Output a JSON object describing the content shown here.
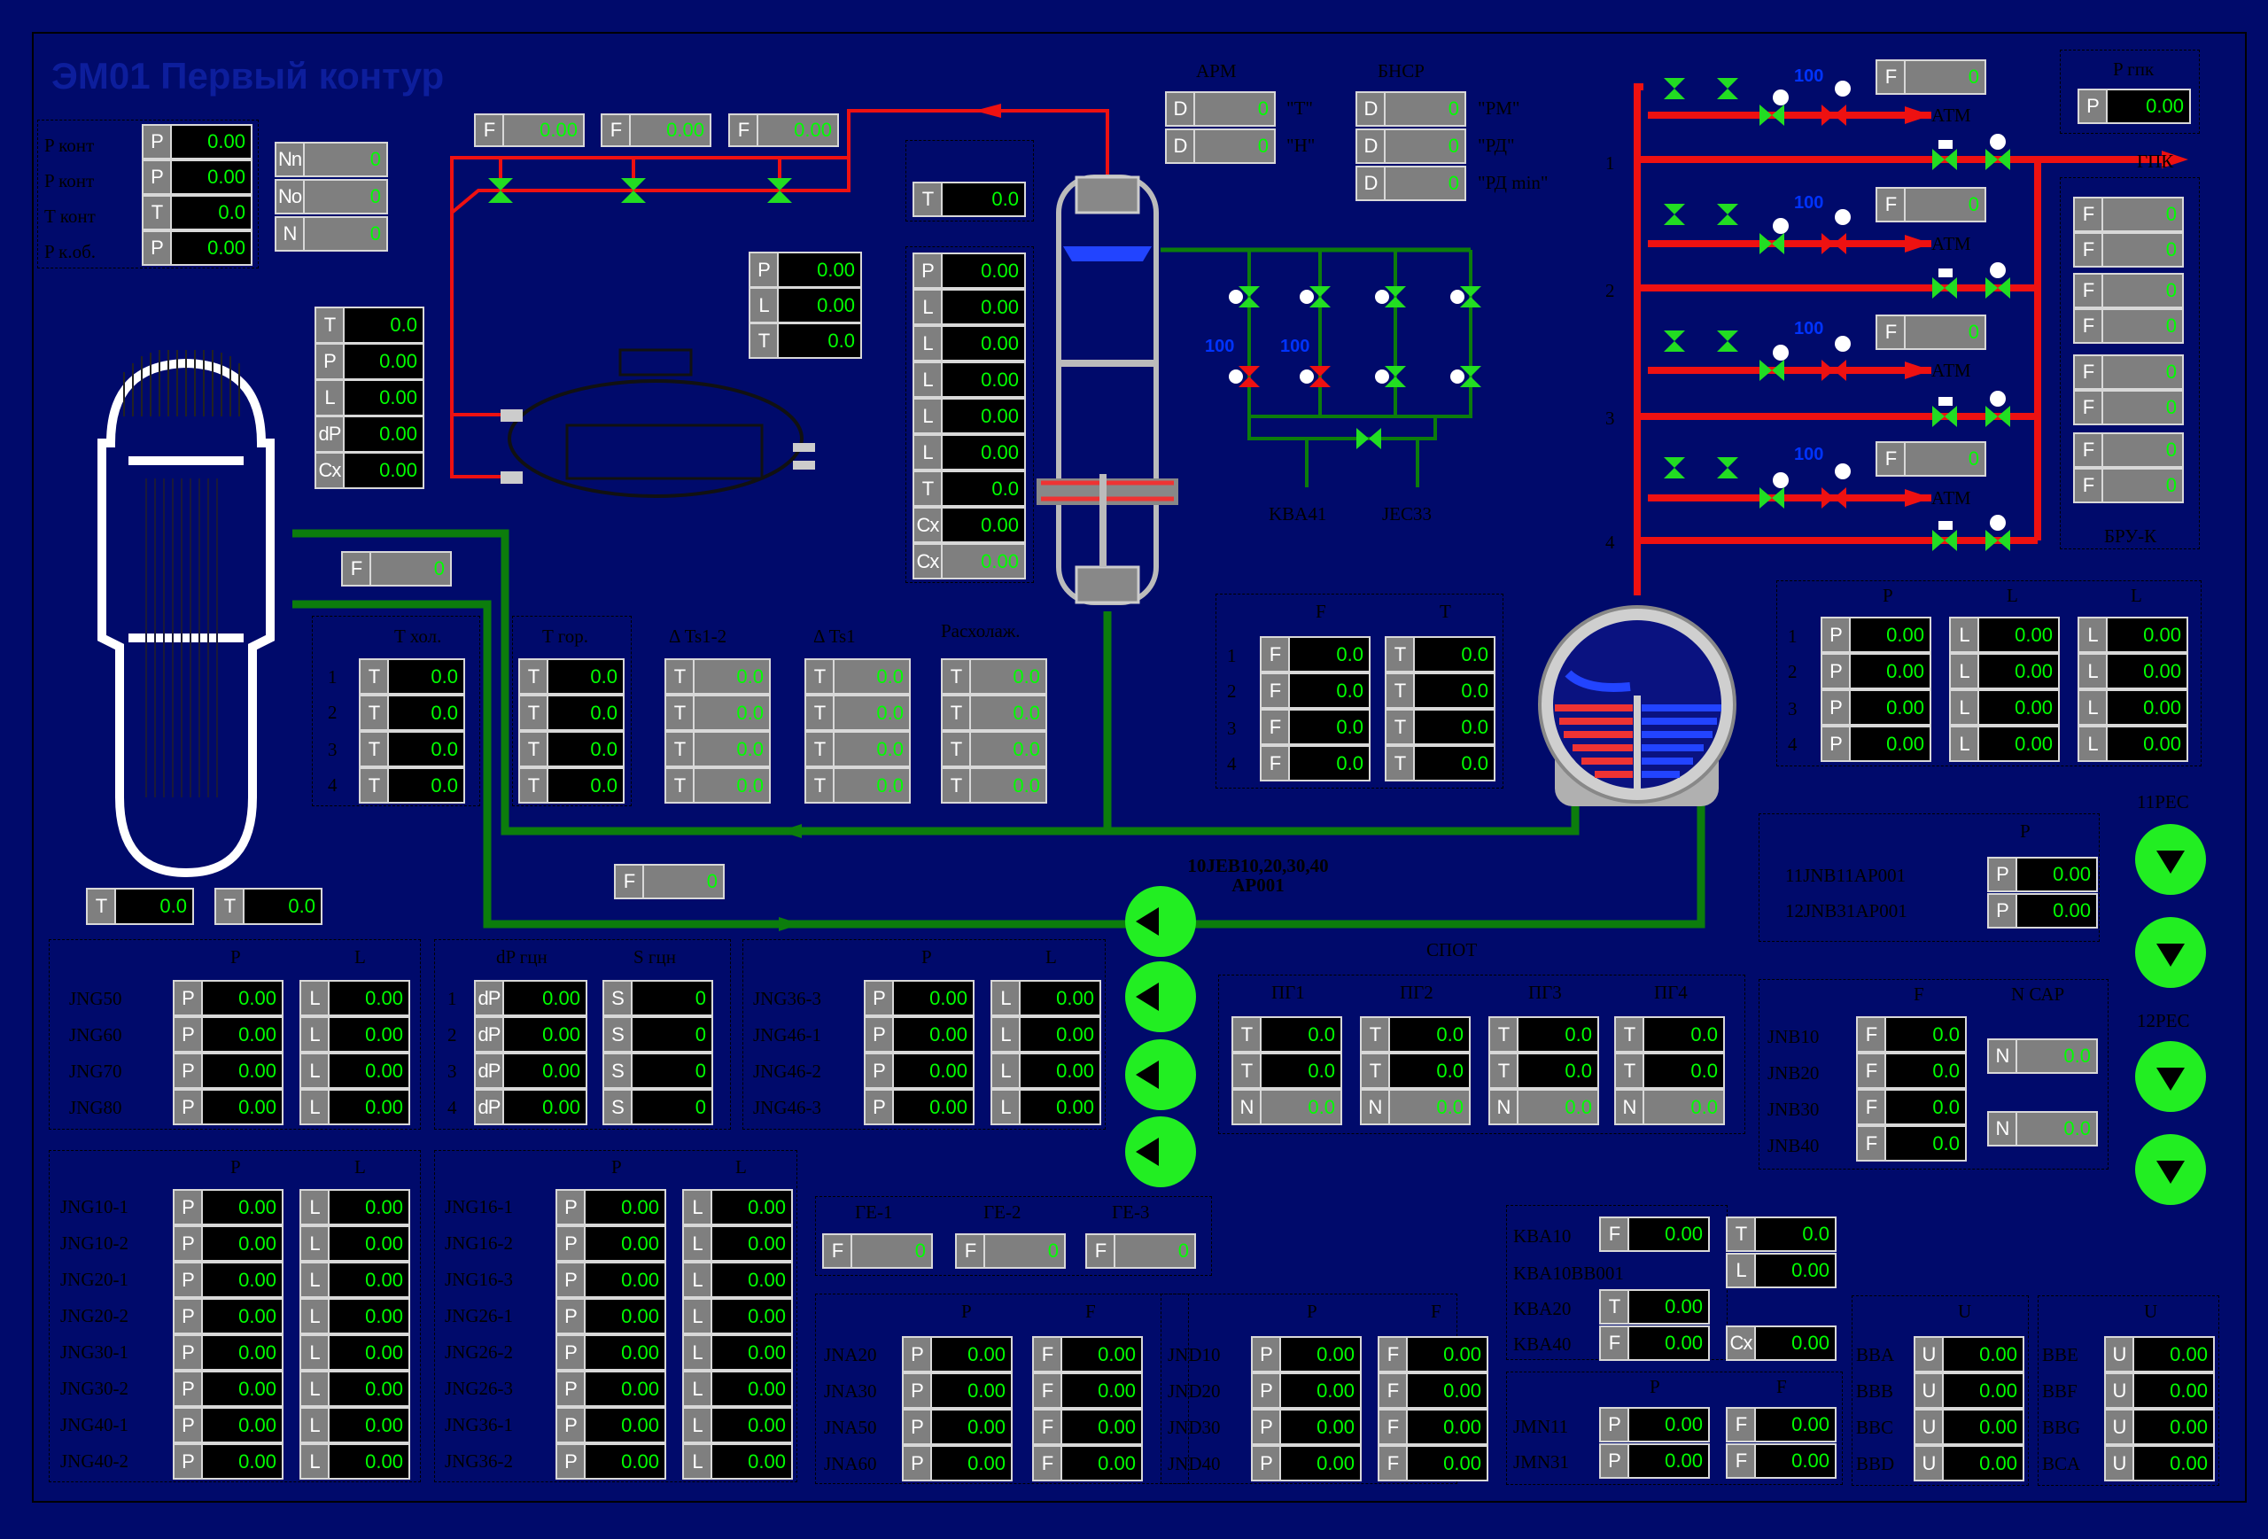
{
  "title": "ЭМ01 Первый контур",
  "pressure_block": {
    "labels": [
      "P конт",
      "P конт",
      "T конт",
      "P к.об."
    ],
    "values": [
      "0.00",
      "0.00",
      "0.0",
      "0.00"
    ]
  },
  "neutron_block": {
    "labels": [
      "Nn",
      "No",
      "N"
    ],
    "values": [
      "0",
      "0",
      "0"
    ]
  },
  "pressurizer_flows": [
    "0.00",
    "0.00",
    "0.00"
  ],
  "pressurizer": {
    "rows": [
      "T",
      "P",
      "L",
      "dP",
      "Cx"
    ],
    "values": [
      "0.0",
      "0.00",
      "0.00",
      "0.00",
      "0.00"
    ]
  },
  "reactor_outlet": {
    "f": "0"
  },
  "reactor_temps": [
    "0.0",
    "0.0"
  ],
  "small_plt": {
    "rows": [
      "P",
      "L",
      "T"
    ],
    "values": [
      "0.00",
      "0.00",
      "0.0"
    ]
  },
  "column_top_t": "0.0",
  "column": {
    "rows": [
      "P",
      "L",
      "L",
      "L",
      "L",
      "L",
      "T",
      "Cx",
      "Cx"
    ],
    "values": [
      "0.00",
      "0.00",
      "0.00",
      "0.00",
      "0.00",
      "0.00",
      "0.0",
      "0.00",
      "0.00"
    ]
  },
  "arm": {
    "title": "АРМ",
    "rows": [
      {
        "k": "D",
        "v": "0",
        "t": "\"Т\""
      },
      {
        "k": "D",
        "v": "0",
        "t": "\"Н\""
      }
    ]
  },
  "bnsr": {
    "title": "БНСР",
    "rows": [
      {
        "k": "D",
        "v": "0",
        "t": "\"РМ\""
      },
      {
        "k": "D",
        "v": "0",
        "t": "\"РД\""
      },
      {
        "k": "D",
        "v": "0",
        "t": "\"РД min\""
      }
    ]
  },
  "kba41": "KBA41",
  "jec33": "JEC33",
  "loop_temps": {
    "headers": [
      "T хол.",
      "T гор.",
      "Δ Ts1-2",
      "Δ Ts1",
      "Расхолаж."
    ],
    "rownums": [
      "1",
      "2",
      "3",
      "4"
    ],
    "cols": [
      [
        "0.0",
        "0.0",
        "0.0",
        "0.0"
      ],
      [
        "0.0",
        "0.0",
        "0.0",
        "0.0"
      ],
      [
        "0.0",
        "0.0",
        "0.0",
        "0.0"
      ],
      [
        "0.0",
        "0.0",
        "0.0",
        "0.0"
      ],
      [
        "0.0",
        "0.0",
        "0.0",
        "0.0"
      ]
    ]
  },
  "loop_f": "0",
  "sg_flows": {
    "headers": [
      "F",
      "T"
    ],
    "rownums": [
      "1",
      "2",
      "3",
      "4"
    ],
    "f": [
      "0.0",
      "0.0",
      "0.0",
      "0.0"
    ],
    "t": [
      "0.0",
      "0.0",
      "0.0",
      "0.0"
    ]
  },
  "pump_caption": "10JEB10,20,30,40\nAP001",
  "steam_lines": {
    "nums": [
      "1",
      "2",
      "3",
      "4"
    ],
    "f": [
      "0",
      "0",
      "0",
      "0"
    ],
    "atm": "АТМ",
    "vals": [
      "100",
      "100",
      "100",
      "100"
    ]
  },
  "pgk": {
    "title": "P гпк",
    "v": "0.00"
  },
  "gpk": "ГПК",
  "bru": {
    "title": "БРУ-К",
    "v": [
      "0",
      "0",
      "0",
      "0",
      "0",
      "0",
      "0",
      "0"
    ]
  },
  "sg_pl": {
    "headers": [
      "P",
      "L",
      "L"
    ],
    "rownums": [
      "1",
      "2",
      "3",
      "4"
    ],
    "p": [
      "0.00",
      "0.00",
      "0.00",
      "0.00"
    ],
    "l1": [
      "0.00",
      "0.00",
      "0.00",
      "0.00"
    ],
    "l2": [
      "0.00",
      "0.00",
      "0.00",
      "0.00"
    ]
  },
  "nb": {
    "header": "P",
    "labels": [
      "11JNB11AP001",
      "12JNB31AP001"
    ],
    "values": [
      "0.00",
      "0.00"
    ]
  },
  "pump11": "11РЕС",
  "pump12": "12РЕС",
  "jng_a": {
    "labels": [
      "JNG50",
      "JNG60",
      "JNG70",
      "JNG80"
    ],
    "p": [
      "0.00",
      "0.00",
      "0.00",
      "0.00"
    ],
    "l": [
      "0.00",
      "0.00",
      "0.00",
      "0.00"
    ],
    "h1": "P",
    "h2": "L"
  },
  "dp_s": {
    "h1": "dP гцн",
    "h2": "S гцн",
    "rownums": [
      "1",
      "2",
      "3",
      "4"
    ],
    "dp": [
      "0.00",
      "0.00",
      "0.00",
      "0.00"
    ],
    "s": [
      "0",
      "0",
      "0",
      "0"
    ]
  },
  "jng_b": {
    "labels": [
      "JNG36-3",
      "JNG46-1",
      "JNG46-2",
      "JNG46-3"
    ],
    "p": [
      "0.00",
      "0.00",
      "0.00",
      "0.00"
    ],
    "l": [
      "0.00",
      "0.00",
      "0.00",
      "0.00"
    ],
    "h1": "P",
    "h2": "L"
  },
  "spot": {
    "title": "СПОТ",
    "headers": [
      "ПГ1",
      "ПГ2",
      "ПГ3",
      "ПГ4"
    ],
    "t1": [
      "0.0",
      "0.0",
      "0.0",
      "0.0"
    ],
    "t2": [
      "0.0",
      "0.0",
      "0.0",
      "0.0"
    ],
    "n": [
      "0.0",
      "0.0",
      "0.0",
      "0.0"
    ]
  },
  "jnb": {
    "labels": [
      "JNB10",
      "JNB20",
      "JNB30",
      "JNB40"
    ],
    "h1": "F",
    "h2": "N САР",
    "f": [
      "0.0",
      "0.0",
      "0.0",
      "0.0"
    ],
    "n": [
      "0.0",
      "0.0"
    ]
  },
  "jng_c": {
    "labels": [
      "JNG10-1",
      "JNG10-2",
      "JNG20-1",
      "JNG20-2",
      "JNG30-1",
      "JNG30-2",
      "JNG40-1",
      "JNG40-2"
    ],
    "h1": "P",
    "h2": "L",
    "p": [
      "0.00",
      "0.00",
      "0.00",
      "0.00",
      "0.00",
      "0.00",
      "0.00",
      "0.00"
    ],
    "l": [
      "0.00",
      "0.00",
      "0.00",
      "0.00",
      "0.00",
      "0.00",
      "0.00",
      "0.00"
    ]
  },
  "jng_d": {
    "labels": [
      "JNG16-1",
      "JNG16-2",
      "JNG16-3",
      "JNG26-1",
      "JNG26-2",
      "JNG26-3",
      "JNG36-1",
      "JNG36-2"
    ],
    "h1": "P",
    "h2": "L",
    "p": [
      "0.00",
      "0.00",
      "0.00",
      "0.00",
      "0.00",
      "0.00",
      "0.00",
      "0.00"
    ],
    "l": [
      "0.00",
      "0.00",
      "0.00",
      "0.00",
      "0.00",
      "0.00",
      "0.00",
      "0.00"
    ]
  },
  "ge": {
    "headers": [
      "ГЕ-1",
      "ГЕ-2",
      "ГЕ-3"
    ],
    "f": [
      "0",
      "0",
      "0"
    ]
  },
  "jna": {
    "labels": [
      "JNA20",
      "JNA30",
      "JNA50",
      "JNA60"
    ],
    "h1": "P",
    "h2": "F",
    "p": [
      "0.00",
      "0.00",
      "0.00",
      "0.00"
    ],
    "f": [
      "0.00",
      "0.00",
      "0.00",
      "0.00"
    ]
  },
  "jnd": {
    "labels": [
      "JND10",
      "JND20",
      "JND30",
      "JND40"
    ],
    "h1": "P",
    "h2": "F",
    "p": [
      "0.00",
      "0.00",
      "0.00",
      "0.00"
    ],
    "f": [
      "0.00",
      "0.00",
      "0.00",
      "0.00"
    ]
  },
  "kba": {
    "labels": [
      "KBA10",
      "KBA10BB001",
      "KBA20",
      "KBA40"
    ],
    "f1": "0.00",
    "t1": "0.00",
    "f2": "0.00",
    "tt": "0.0",
    "ll": "0.00",
    "cx": "0.00"
  },
  "jmn": {
    "labels": [
      "JMN11",
      "JMN31"
    ],
    "h1": "P",
    "h2": "F",
    "p": [
      "0.00",
      "0.00"
    ],
    "f": [
      "0.00",
      "0.00"
    ]
  },
  "bba": {
    "h": "U",
    "labels": [
      "BBA",
      "BBB",
      "BBC",
      "BBD"
    ],
    "u": [
      "0.00",
      "0.00",
      "0.00",
      "0.00"
    ]
  },
  "bbe": {
    "h": "U",
    "labels": [
      "BBE",
      "BBF",
      "BBG",
      "BCA"
    ],
    "u": [
      "0.00",
      "0.00",
      "0.00",
      "0.00"
    ]
  }
}
